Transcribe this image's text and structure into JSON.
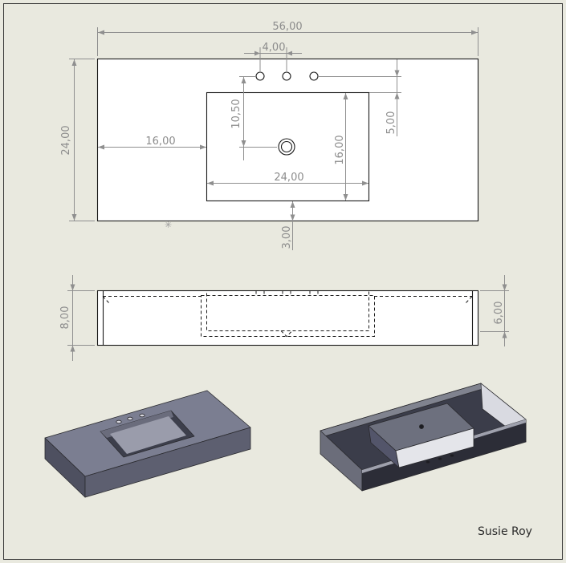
{
  "drawing": {
    "dims": {
      "overall_width": "56,00",
      "hole_spacing": "4,00",
      "overall_depth": "24,00",
      "left_offset": "16,00",
      "faucet_to_drain": "10,50",
      "holes_to_basin": "5,00",
      "basin_depth": "16,00",
      "basin_width": "24,00",
      "front_offset": "3,00",
      "total_height": "8,00",
      "apron_height": "6,00"
    },
    "author": "Susie Roy"
  },
  "colors": {
    "background": "#e9e9df",
    "dimension": "#8f8f8f",
    "object_line": "#1a1a1a",
    "iso_top": "#787b8e",
    "iso_front": "#5b5d6d",
    "iso_side": "#4a4c59"
  }
}
